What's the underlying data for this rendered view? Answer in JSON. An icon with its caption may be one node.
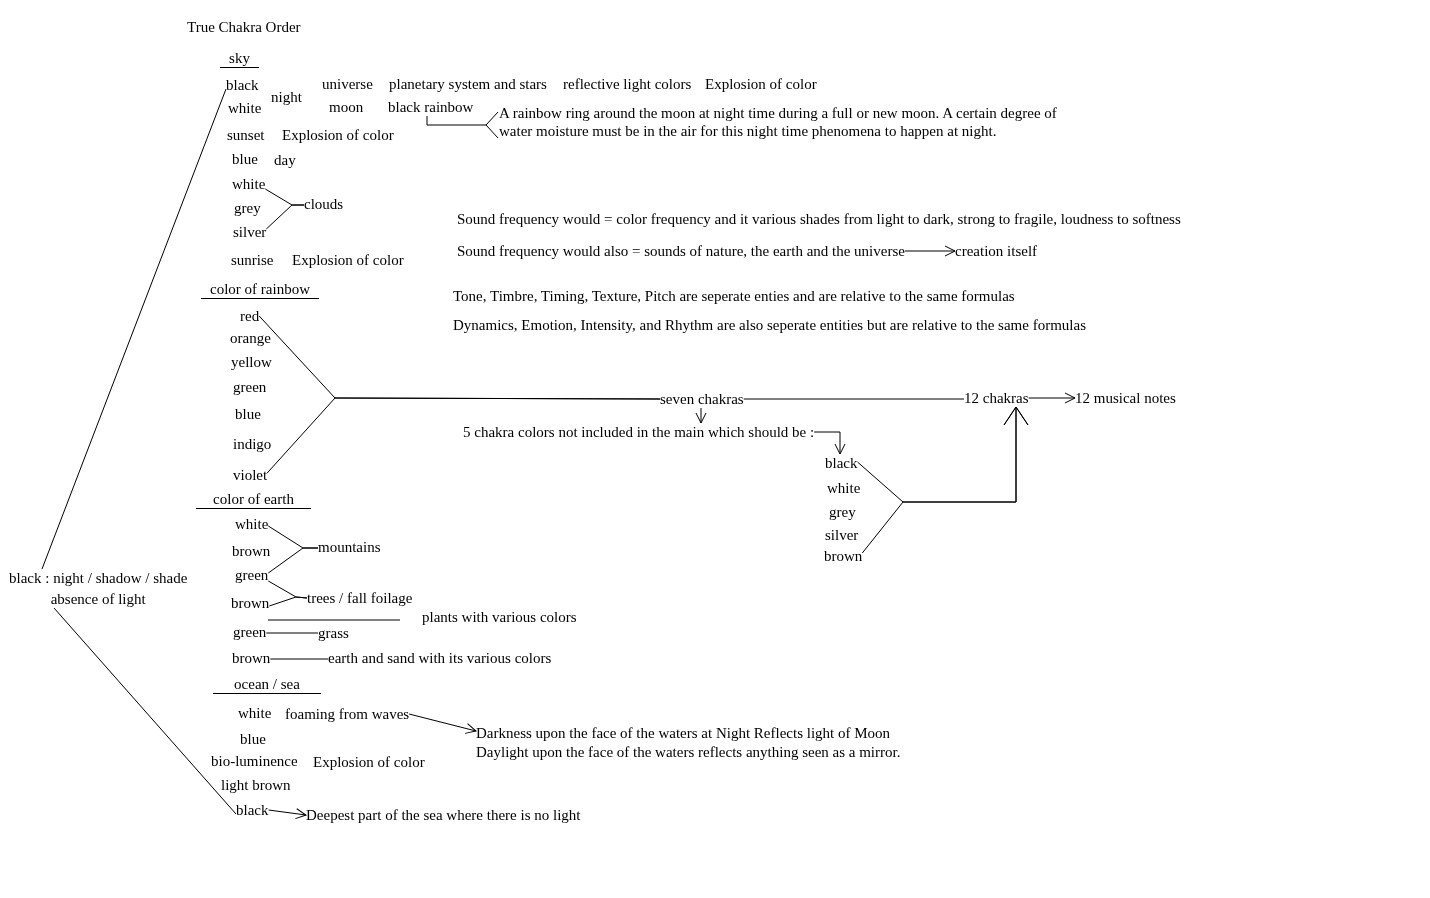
{
  "diagram": {
    "title": "True Chakra Order",
    "nodes": [
      {
        "text": [
          "black : night / shadow / shade",
          "absence of light"
        ]
      },
      {
        "text": [
          "black"
        ]
      },
      {
        "text": [
          "black rainbow"
        ]
      },
      {
        "text": [
          "A rainbow ring around the moon at night time during a full or new moon. A certain degree of water moisture must be in the air for this night time phenomena to happen at night."
        ]
      },
      {
        "text": [
          "white"
        ]
      },
      {
        "text": [
          "silver"
        ]
      },
      {
        "text": [
          "clouds"
        ]
      },
      {
        "text": [
          "Sound frequency would also = sounds of nature, the earth and the universe"
        ]
      },
      {
        "text": [
          "creation itself"
        ]
      },
      {
        "text": [
          "red"
        ]
      },
      {
        "text": [
          "violet"
        ]
      },
      {
        "text": [
          "seven chakras"
        ]
      },
      {
        "text": [
          "12 chakras"
        ]
      },
      {
        "text": [
          "12 musical notes"
        ]
      },
      {
        "text": [
          "5 chakra colors not included in the main which should be :"
        ]
      },
      {
        "text": [
          "black"
        ]
      },
      {
        "text": [
          "brown"
        ]
      },
      {
        "text": [
          "white"
        ]
      },
      {
        "text": [
          "green"
        ]
      },
      {
        "text": [
          "mountains"
        ]
      },
      {
        "text": [
          "brown"
        ]
      },
      {
        "text": [
          "trees / fall foilage"
        ]
      },
      {
        "text": [
          "green"
        ]
      },
      {
        "text": [
          "grass"
        ]
      },
      {
        "text": [
          "brown"
        ]
      },
      {
        "text": [
          "earth and sand with its various colors"
        ]
      },
      {
        "text": [
          "foaming from waves"
        ]
      },
      {
        "text": [
          "Darkness upon the face of the waters at Night Reflects light of Moon",
          "Daylight upon the face of the waters reflects anything seen as a mirror."
        ]
      },
      {
        "text": [
          "black"
        ]
      },
      {
        "text": [
          "Deepest part of the sea where there is no light"
        ]
      }
    ],
    "edges": [
      {
        "from": 0,
        "to": 1,
        "arrow": "none"
      },
      {
        "from": 0,
        "to": 28,
        "arrow": "none"
      },
      {
        "from": 2,
        "to": 3,
        "arrow": "other"
      },
      {
        "from": 4,
        "to": 6,
        "arrow": "none"
      },
      {
        "from": 5,
        "to": 6,
        "arrow": "none"
      },
      {
        "from": 7,
        "to": 8,
        "arrow": "to"
      },
      {
        "from": 9,
        "to": 11,
        "arrow": "none"
      },
      {
        "from": 10,
        "to": 11,
        "arrow": "none"
      },
      {
        "from": 11,
        "to": 12,
        "arrow": "none"
      },
      {
        "from": 12,
        "to": 13,
        "arrow": "to"
      },
      {
        "from": 11,
        "to": 14,
        "arrow": "to"
      },
      {
        "from": 14,
        "to": 15,
        "arrow": "to"
      },
      {
        "from": 15,
        "to": 12,
        "arrow": "to"
      },
      {
        "from": 16,
        "to": 12,
        "arrow": "to"
      },
      {
        "from": 17,
        "to": 19,
        "arrow": "none"
      },
      {
        "from": 18,
        "to": 19,
        "arrow": "none"
      },
      {
        "from": 18,
        "to": 21,
        "arrow": "none"
      },
      {
        "from": 20,
        "to": 21,
        "arrow": "none"
      },
      {
        "from": 22,
        "to": 23,
        "arrow": "none"
      },
      {
        "from": 24,
        "to": 25,
        "arrow": "none"
      },
      {
        "from": 26,
        "to": 27,
        "arrow": "to"
      },
      {
        "from": 28,
        "to": 29,
        "arrow": "to"
      }
    ],
    "labels": [
      "sky",
      "night",
      "universe",
      "planetary system and stars",
      "reflective light colors",
      "Explosion of color",
      "white",
      "moon",
      "sunset",
      "Explosion of color",
      "blue",
      "day",
      "grey",
      "Sound frequency would = color frequency and it various shades from light to dark, strong to fragile, loudness to softness",
      "sunrise",
      "Explosion of color",
      "color of rainbow",
      "Tone, Timbre, Timing, Texture, Pitch are seperate enties and are relative to the same formulas",
      "Dynamics, Emotion, Intensity, and Rhythm are also seperate entities but are relative to the same formulas",
      "orange",
      "yellow",
      "green",
      "blue",
      "indigo",
      "white",
      "color of earth",
      "grey",
      "silver",
      "brown",
      "plants with various colors",
      "ocean / sea",
      "white",
      "blue",
      "bio-luminence",
      "Explosion of color",
      "light brown"
    ]
  }
}
